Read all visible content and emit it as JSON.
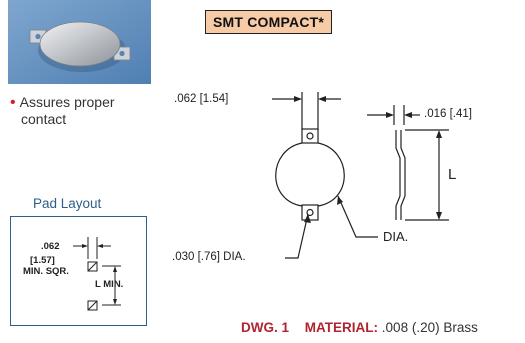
{
  "title": "SMT COMPACT*",
  "photo_alt": "coin cell retainer photo",
  "bullet": {
    "line1": "Assures proper",
    "line2": "contact"
  },
  "pad_layout": {
    "title": "Pad Layout",
    "width_in": ".062",
    "width_mm": "[1.57]",
    "note": "MIN. SQR.",
    "length": "L MIN."
  },
  "drawing": {
    "tab_width": ".062 [1.54]",
    "thickness": ".016 [.41]",
    "hole_dia": ".030 [.76] DIA.",
    "body_dia": "DIA.",
    "length": "L"
  },
  "footer": {
    "dwg": "DWG. 1",
    "material_label": "MATERIAL:",
    "material_value": ".008 (.20) Brass"
  },
  "colors": {
    "title_bg": "#f6cba6",
    "accent_red": "#b22330",
    "pad_blue": "#2d5f8a"
  }
}
